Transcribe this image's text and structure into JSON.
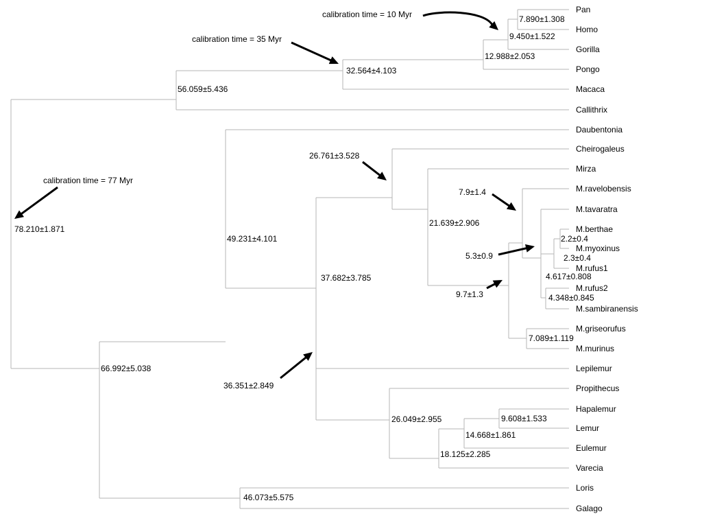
{
  "taxa": [
    "Pan",
    "Homo",
    "Gorilla",
    "Pongo",
    "Macaca",
    "Callithrix",
    "Daubentonia",
    "Cheirogaleus",
    "Mirza",
    "M.ravelobensis",
    "M.tavaratra",
    "M.berthae",
    "M.myoxinus",
    "M.rufus1",
    "M.rufus2",
    "M.sambiranensis",
    "M.griseorufus",
    "M.murinus",
    "Lepilemur",
    "Propithecus",
    "Hapalemur",
    "Lemur",
    "Eulemur",
    "Varecia",
    "Loris",
    "Galago"
  ],
  "node_labels": {
    "root": "78.210±1.871",
    "anthropoids": "56.059±5.436",
    "catarrhines": "32.564±4.103",
    "hominids": "12.988±2.053",
    "homininae": "9.450±1.522",
    "pan_homo": "7.890±1.308",
    "strepsirrhines": "66.992±5.038",
    "lorisiforms": "46.073±5.575",
    "lemuriforms": "49.231±4.101",
    "lemuroidea": "37.682±3.785",
    "cheirogaleidae_lepilemur": "36.351±2.849",
    "cheirogaleidae": "26.761±3.528",
    "mirza_microcebus": "21.639±2.906",
    "microcebus": "9.7±1.3",
    "microcebus_a": "7.9±1.4",
    "microcebus_b": "5.3±0.9",
    "berthae_myoxinus": "2.2±0.4",
    "berthae_myoxinus_rufus1": "2.3±0.4",
    "rufus1_group": "4.617±0.808",
    "rufus2_sambiranensis": "4.348±0.845",
    "griseorufus_murinus": "7.089±1.119",
    "lemuridae_indriidae": "26.049±2.955",
    "lemuridae": "18.125±2.285",
    "lemur_eulemur_hapalemur": "14.668±1.861",
    "hapalemur_lemur": "9.608±1.533"
  },
  "calibrations": {
    "c10": "calibration time = 10 Myr",
    "c35": "calibration time = 35 Myr",
    "c77": "calibration time = 77 Myr"
  },
  "colors": {
    "branch": "#b5b5b5",
    "text": "#000000",
    "arrow": "#000000"
  }
}
